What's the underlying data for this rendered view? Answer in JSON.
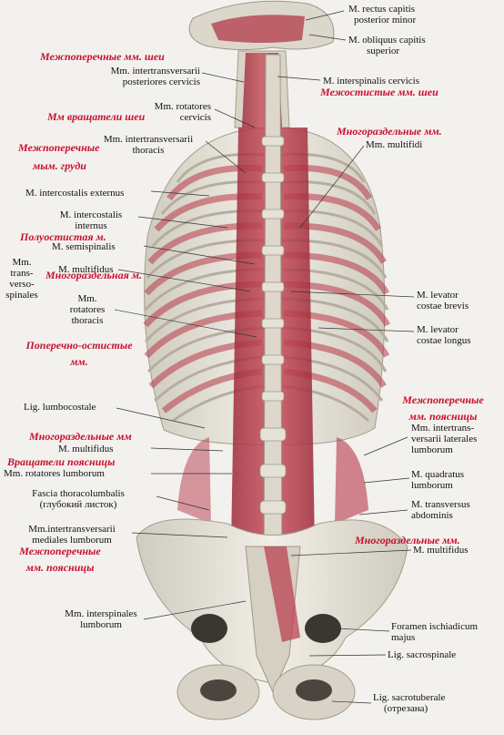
{
  "latin": {
    "rectus_capitis_1": "M. rectus capitis",
    "rectus_capitis_2": "posterior minor",
    "obliquus_1": "M. obliquus capitis",
    "obliquus_2": "superior",
    "intertrans_post_1": "Mm. intertransversarii",
    "intertrans_post_2": "posteriores cervicis",
    "interspinalis_cerv": "M. interspinalis cervicis",
    "rot_cerv_1": "Mm. rotatores",
    "rot_cerv_2": "cervicis",
    "intertrans_thor_1": "Mm. intertransversarii",
    "intertrans_thor_2": "thoracis",
    "multifidi": "Mm. multifidi",
    "intercostalis_ext": "M. intercostalis externus",
    "intercostalis_int_1": "M. intercostalis",
    "intercostalis_int_2": "internus",
    "semispinalis": "M. semispinalis",
    "transverso_1": "Mm.",
    "transverso_2": "trans-",
    "transverso_3": "verso-",
    "transverso_4": "spinales",
    "multifidus_thor": "M. multifidus",
    "rot_thor_1": "Mm.",
    "rot_thor_2": "rotatores",
    "rot_thor_3": "thoracis",
    "lev_brevis_1": "M. levator",
    "lev_brevis_2": "costae brevis",
    "lev_longus_1": "M. levator",
    "lev_longus_2": "costae longus",
    "lumbocostale": "Lig. lumbocostale",
    "multifidus_lumb": "M. multifidus",
    "rot_lumb": "Mm. rotatores lumborum",
    "fascia_1": "Fascia thoracolumbalis",
    "fascia_2": "(глубокий листок)",
    "intertrans_med_1": "Mm.intertransversarii",
    "intertrans_med_2": "mediales lumborum",
    "intertrans_lat_1": "Mm. intertrans-",
    "intertrans_lat_2": "versarii laterales",
    "intertrans_lat_3": "lumborum",
    "quadratus_1": "M. quadratus",
    "quadratus_2": "lumborum",
    "transversus_1": "M. transversus",
    "transversus_2": "abdominis",
    "multifidus_r": "M. multifidus",
    "interspinales_1": "Mm. interspinales",
    "interspinales_2": "lumborum",
    "foramen_1": "Foramen ischiadicum",
    "foramen_2": "majus",
    "sacrospinale": "Lig. sacrospinale",
    "sacrotub_1": "Lig. sacrotuberale",
    "sacrotub_2": "(отрезана)"
  },
  "russian": {
    "intertrans_neck": "Межпоперечные мм. шеи",
    "rot_neck": "Мм вращатели шеи",
    "interspinal_neck": "Межостистые мм. шеи",
    "multifid_top": "Многораздельные мм.",
    "intertrans_chest_1": "Межпоперечные",
    "intertrans_chest_2": "мым. груди",
    "semispinal": "Полуостистая м.",
    "multifid_mid": "Многораздельная м.",
    "transversospinal_1": "Поперечно-остистые",
    "transversospinal_2": "мм.",
    "intertrans_lumb_r_1": "Межпоперечные",
    "intertrans_lumb_r_2": "мм. поясницы",
    "multifid_left": "Многораздельные мм",
    "rot_lumb": "Вращатели поясницы",
    "multifid_right": "Многораздельные мм.",
    "intertrans_lumb_l_1": "Межпоперечные",
    "intertrans_lumb_l_2": "мм. поясницы"
  },
  "colors": {
    "bone": "#e9e6dc",
    "muscle": "#b8394a",
    "label_red": "#c8102e",
    "background": "#f3f1ee"
  }
}
